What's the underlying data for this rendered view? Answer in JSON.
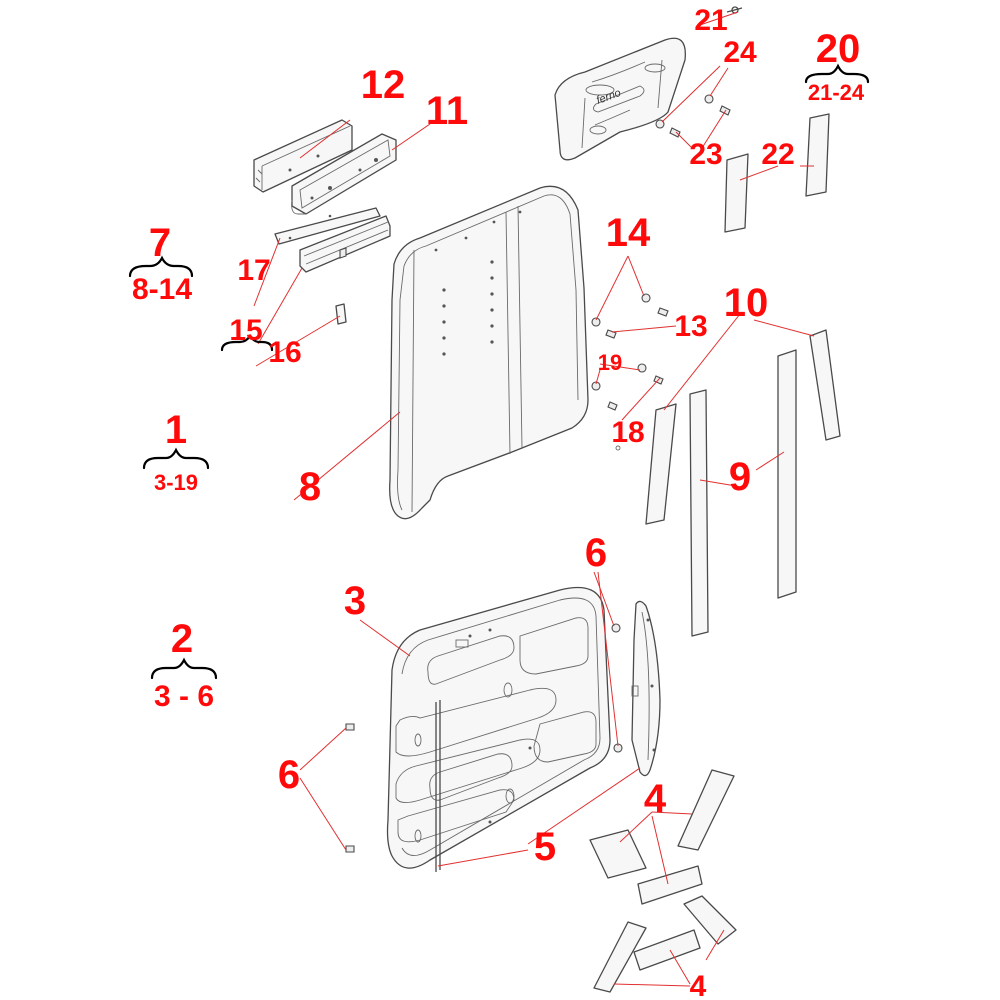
{
  "labels": {
    "l1": "1",
    "l1_range": "3-19",
    "l2": "2",
    "l2_range": "3 - 6",
    "l3": "3",
    "l4a": "4",
    "l4b": "4",
    "l5": "5",
    "l6a": "6",
    "l6b": "6",
    "l7": "7",
    "l7_range": "8-14",
    "l8": "8",
    "l9": "9",
    "l10": "10",
    "l11": "11",
    "l12": "12",
    "l13": "13",
    "l14": "14",
    "l15": "15",
    "l16": "16",
    "l17": "17",
    "l18": "18",
    "l19": "19",
    "l20": "20",
    "l20_range": "21-24",
    "l21": "21",
    "l22": "22",
    "l23": "23",
    "l24": "24"
  },
  "logo_text": "ferno",
  "colors": {
    "label": "#ff0a0a",
    "leader": "#e23030",
    "line": "#4a4a4a"
  }
}
